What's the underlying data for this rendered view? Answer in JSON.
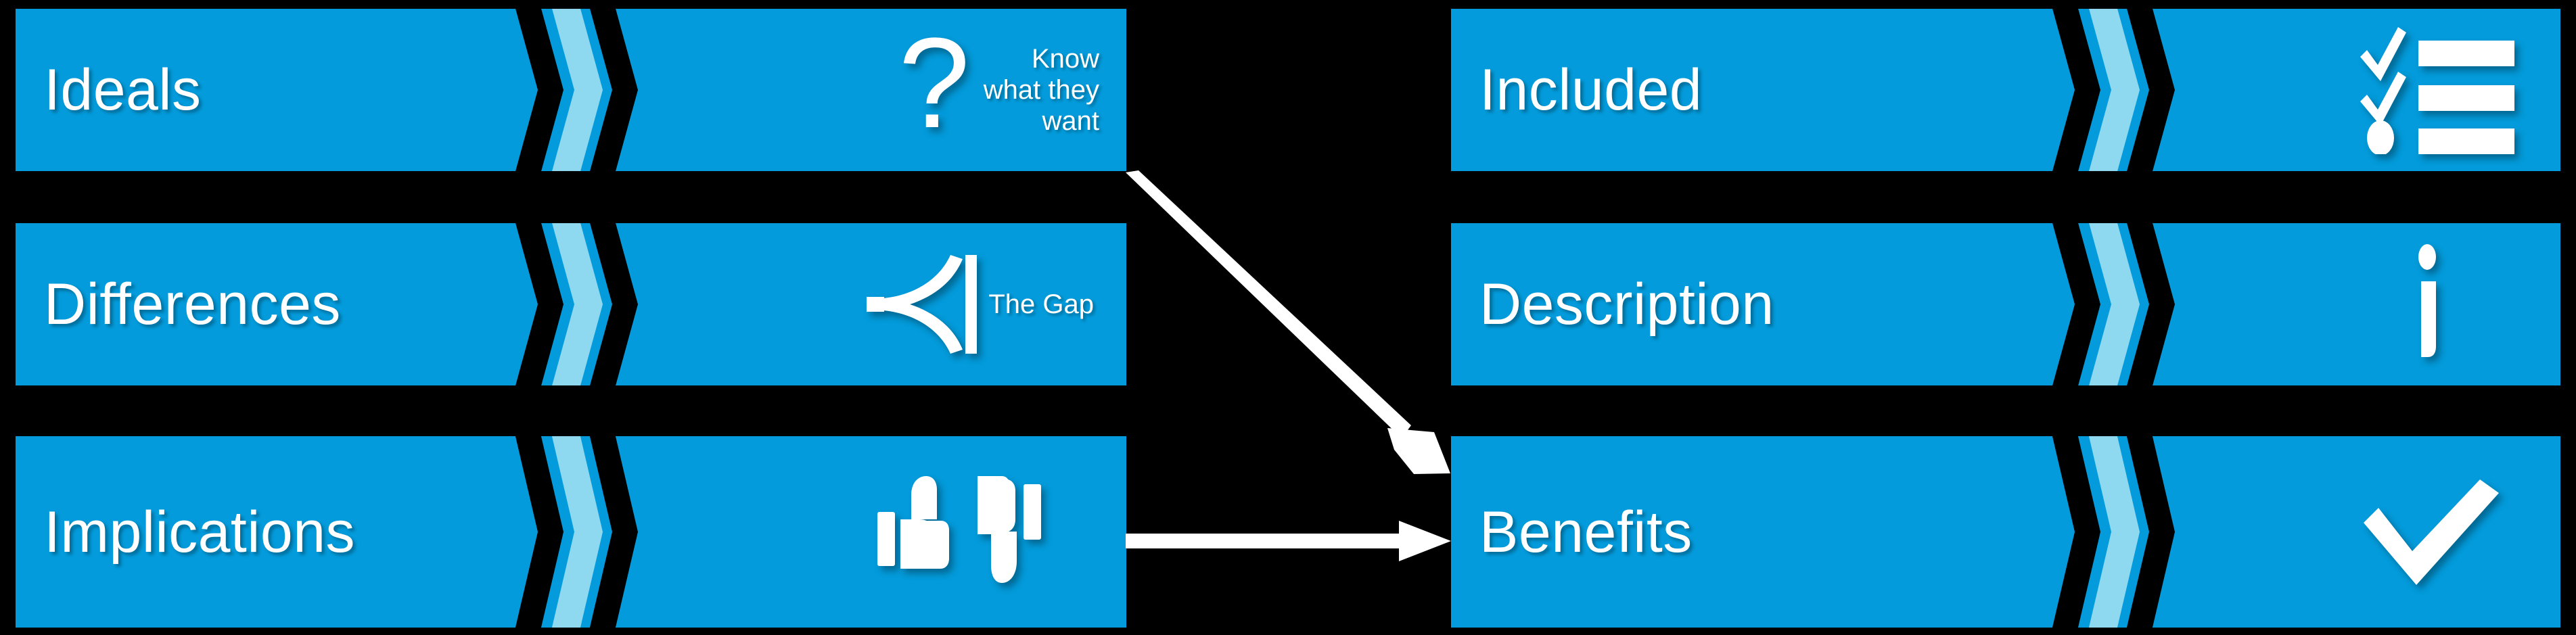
{
  "theme": {
    "background": "#000000",
    "banner_blue": "#039bdb",
    "chevron_light_blue": "#8ed8f0",
    "chevron_dark": "#000000",
    "text_color": "#ffffff",
    "arrow_color": "#ffffff"
  },
  "left_column": {
    "rows": [
      {
        "label": "Ideals",
        "icon": "question-mark-icon",
        "caption": "Know\nwhat they\nwant"
      },
      {
        "label": "Differences",
        "icon": "gap-funnel-icon",
        "caption": "The Gap"
      },
      {
        "label": "Implications",
        "icon": "thumbs-up-down-icon",
        "caption": ""
      }
    ]
  },
  "right_column": {
    "rows": [
      {
        "label": "Included",
        "icon": "checklist-icon",
        "caption": ""
      },
      {
        "label": "Description",
        "icon": "info-i-icon",
        "caption": ""
      },
      {
        "label": "Benefits",
        "icon": "checkmark-icon",
        "caption": ""
      }
    ]
  },
  "connectors": [
    {
      "name": "ideals-to-benefits-arrow",
      "from": "Ideals",
      "to": "Benefits",
      "kind": "diagonal"
    },
    {
      "name": "implications-to-benefits-arrow",
      "from": "Implications",
      "to": "Benefits",
      "kind": "horizontal"
    }
  ]
}
